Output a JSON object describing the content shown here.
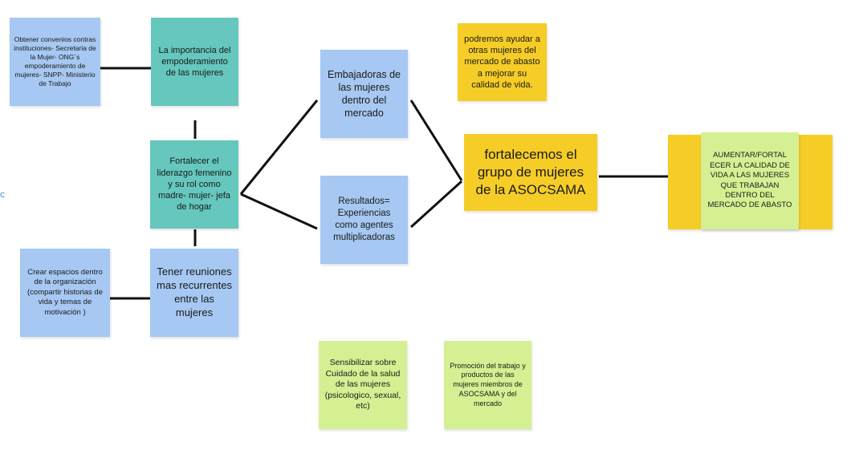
{
  "colors": {
    "blue": "#a6c8f2",
    "teal": "#65c7bd",
    "yellow": "#f6cd27",
    "green": "#d4f092",
    "connector": "#111111"
  },
  "diagram": {
    "notes": {
      "convenios": "Obtener convenios contras instituciones- Secretaria de la Mujer- ONG´s empoderamiento de mujeres- SNPP- Ministerio de Trabajo",
      "importancia": "La importancia del empoderamiento de las mujeres",
      "liderazgo": "Fortalecer el liderazgo femenino y su rol como madre- mujer- jefa de hogar",
      "reuniones": "Tener reuniones mas recurrentes entre las mujeres",
      "espacios": "Crear espacios dentro de la organización (compartir historias de vida y temas de motivación )",
      "embajadoras": "Embajadoras de las mujeres dentro del mercado",
      "resultados": "Resultados= Experiencias como agentes multiplicadoras",
      "ayudar": "podremos ayudar a otras mujeres del mercado de abasto a mejorar su calidad de vida.",
      "fortalecemos": "fortalecemos el grupo de mujeres de la ASOCSAMA",
      "aumentar": "AUMENTAR/FORTAL ECER  LA CALIDAD DE VIDA A LAS MUJERES QUE TRABAJAN DENTRO DEL MERCADO DE ABASTO",
      "sensibilizar": "Sensibilizar sobre Cuidado de la salud de las mujeres (psicologico, sexual, etc)",
      "promocion": "Promoción del trabajo y productos de las mujeres miembros de ASOCSAMA y del mercado"
    },
    "edge_mark": "c"
  }
}
